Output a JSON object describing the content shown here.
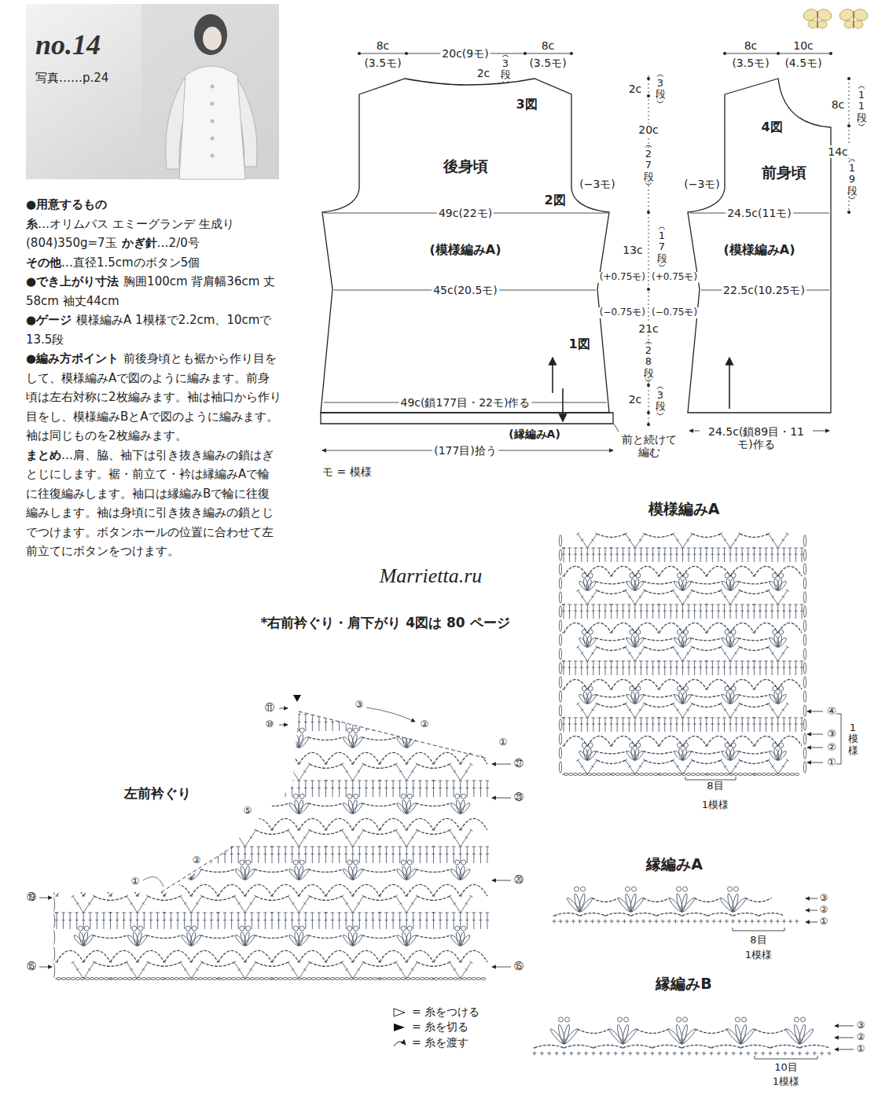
{
  "diagram": {
    "title": "no.14",
    "nodes": [
      {
        "text": [
          "3図",
          "後身頃",
          "2図",
          "49c(22モ)",
          "(模様編みA)",
          "45c(20.5モ)",
          "1図",
          "49c(鎖177目・22モ)作る"
        ]
      },
      {
        "text": [
          "(縁編みA)"
        ]
      },
      {
        "text": [
          "4図",
          "前身頃",
          "24.5c(11モ)",
          "(模様編みA)",
          "22.5c(10.25モ)"
        ]
      }
    ],
    "labels": [
      "写真……p.24",
      "●用意するもの",
      "糸",
      "…オリムパス エミーグランデ 生成り(804)350g=7玉",
      "かぎ針",
      "…2/0号",
      "その他",
      "…直径1.5cmのボタン5個",
      "●でき上がり寸法",
      "胸囲100cm 背肩幅36cm 丈58cm 袖丈44cm",
      "●ゲージ",
      "模様編みA 1模様で2.2cm、10cmで13.5段",
      "●編み方ポイント",
      "前後身頃とも裾から作り目をして、模様編みAで図のように編みます。前身頃は左右対称に2枚編みます。袖は袖口から作り目をし、模様編みBとAで図のように編みます。袖は同じものを2枚編みます。",
      "まとめ",
      "…肩、脇、袖下は引き抜き編みの鎖はぎとじにします。裾・前立て・衿は縁編みAで輪に往復編みします。袖口は縁編みBで輪に往復編みします。袖は身頃に引き抜き編みの鎖とじでつけます。ボタンホールの位置に合わせて左前立てにボタンをつけます。",
      "8c",
      "(3.5モ)",
      "20c(9モ)",
      "8c",
      "(3.5モ)",
      "3段",
      "2c",
      "(−3モ)",
      "2c",
      "3段",
      "20c",
      "27段",
      "13c",
      "17段",
      "(+0.75モ)",
      "(+0.75モ)",
      "(−0.75モ)",
      "(−0.75モ)",
      "21c",
      "28段",
      "2c",
      "3段",
      "8c",
      "(3.5モ)",
      "10c",
      "(4.5モ)",
      "8c",
      "11段",
      "14c",
      "19段",
      "(−3モ)",
      "24.5c(鎖89目・11モ)作る",
      "(177目)拾う",
      "前と続けて編む",
      "モ = 模様",
      "Marrietta.ru",
      "*右前衿ぐり・肩下がり 4図は 80 ページ",
      "左前衿ぐり",
      "模様編みA",
      "8目",
      "1模様",
      "④",
      "③",
      "②",
      "①",
      "1模様",
      "縁編みA",
      "③",
      "②",
      "①",
      "8目",
      "1模様",
      "縁編みB",
      "③",
      "②",
      "①",
      "10目",
      "1模様",
      "⑪",
      "⑩",
      "③",
      "②",
      "①",
      "㉗",
      "㉕",
      "⑤",
      "②",
      "①",
      "⑳",
      "⑲",
      "⑮",
      "⑮"
    ],
    "legend": [
      {
        "text": "= 糸をつける"
      },
      {
        "text": "= 糸を切る"
      },
      {
        "text": "= 糸を渡す"
      }
    ]
  }
}
